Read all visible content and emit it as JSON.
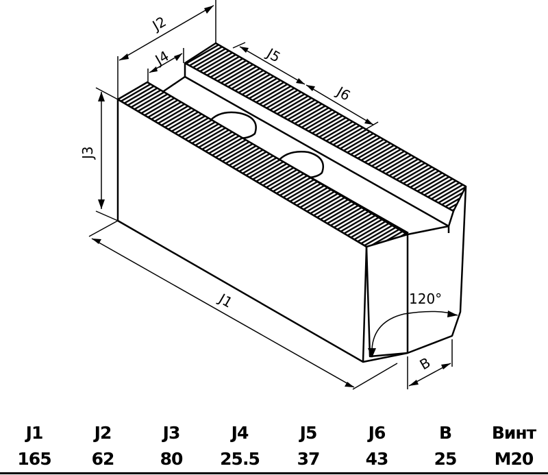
{
  "drawing": {
    "labels": {
      "j1": "J1",
      "j2": "J2",
      "j3": "J3",
      "j4": "J4",
      "j5": "J5",
      "j6": "J6",
      "b": "B",
      "angle": "120°"
    }
  },
  "table": {
    "headers": [
      "J1",
      "J2",
      "J3",
      "J4",
      "J5",
      "J6",
      "B",
      "Винт"
    ],
    "values": [
      "165",
      "62",
      "80",
      "25.5",
      "37",
      "43",
      "25",
      "M20"
    ]
  },
  "colors": {
    "line": "#000000",
    "background": "#ffffff"
  }
}
